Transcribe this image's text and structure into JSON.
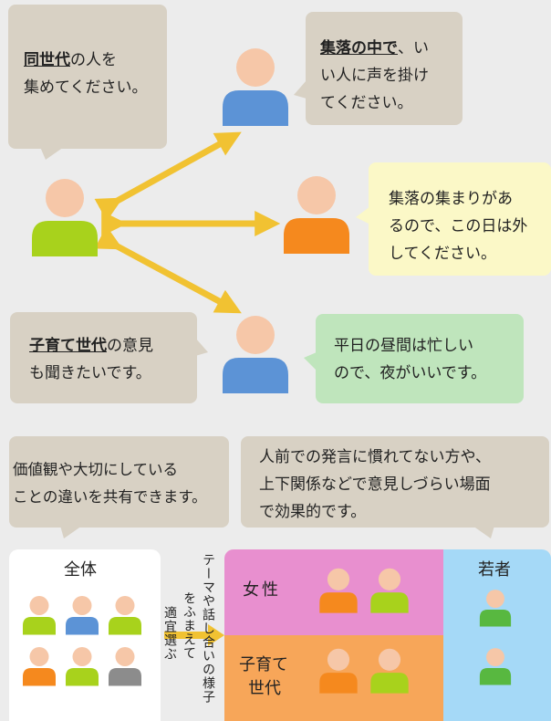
{
  "top": {
    "bubble1": {
      "underline": "同世代",
      "line1_rest": "の人を",
      "line2": "集めてください。"
    },
    "bubble2": {
      "underline": "集落の中で",
      "line1_rest": "、い",
      "line2": "い人に声を掛け",
      "line3": "てください。"
    },
    "bubble3": {
      "line1": "集落の集まりがあ",
      "line2": "るので、この日は外",
      "line3": "してください。"
    },
    "bubble4": {
      "underline": "子育て世代",
      "line1_rest": "の意見",
      "line2": "も聞きたいです。"
    },
    "bubble5": {
      "line1": "平日の昼間は忙しい",
      "line2": "ので、夜がいいです。"
    }
  },
  "middle": {
    "bubble_left": {
      "line1": "価値観や大切にしている",
      "line2": "ことの違いを共有できます。"
    },
    "bubble_right": {
      "line1": "人前での発言に慣れてない方や、",
      "line2": "上下関係などで意見しづらい場面",
      "line3": "で効果的です。"
    }
  },
  "bottom": {
    "all_label": "全体",
    "vertical_left": [
      "テーマや話し合いの様子",
      "をふまえて",
      "適宜選ぶ"
    ],
    "women_label": "女性",
    "parenting_label_1": "子育て",
    "parenting_label_2": "世代",
    "youth_label": "若者"
  },
  "colors": {
    "skin": "#f6c7a8",
    "lime": "#a8d21c",
    "blue": "#5c93d6",
    "orange": "#f5891e",
    "green": "#58b840",
    "gray": "#8c8c8c",
    "arrow": "#f1c232",
    "pink": "#e88fcf",
    "peach": "#f7a659",
    "light_blue": "#a5d9f7"
  }
}
